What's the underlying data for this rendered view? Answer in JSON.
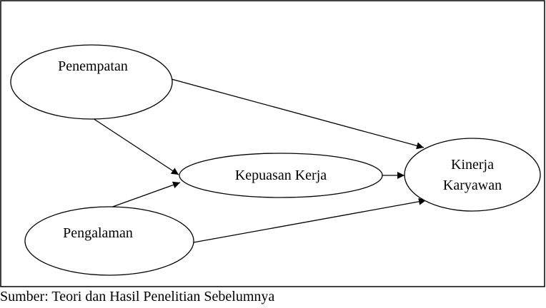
{
  "diagram": {
    "nodes": {
      "penempatan": "Penempatan",
      "pengalaman": "Pengalaman",
      "kepuasan": "Kepuasan Kerja",
      "kinerja_line1": "Kinerja",
      "kinerja_line2": "Karyawan"
    },
    "edges": [
      {
        "from": "Penempatan",
        "to": "Kinerja Karyawan"
      },
      {
        "from": "Penempatan",
        "to": "Kepuasan Kerja"
      },
      {
        "from": "Pengalaman",
        "to": "Kepuasan Kerja"
      },
      {
        "from": "Pengalaman",
        "to": "Kinerja Karyawan"
      },
      {
        "from": "Kepuasan Kerja",
        "to": "Kinerja Karyawan"
      }
    ],
    "colors": {
      "stroke": "#000000",
      "background": "#ffffff"
    }
  },
  "caption": "Sumber: Teori dan Hasil Penelitian Sebelumnya"
}
